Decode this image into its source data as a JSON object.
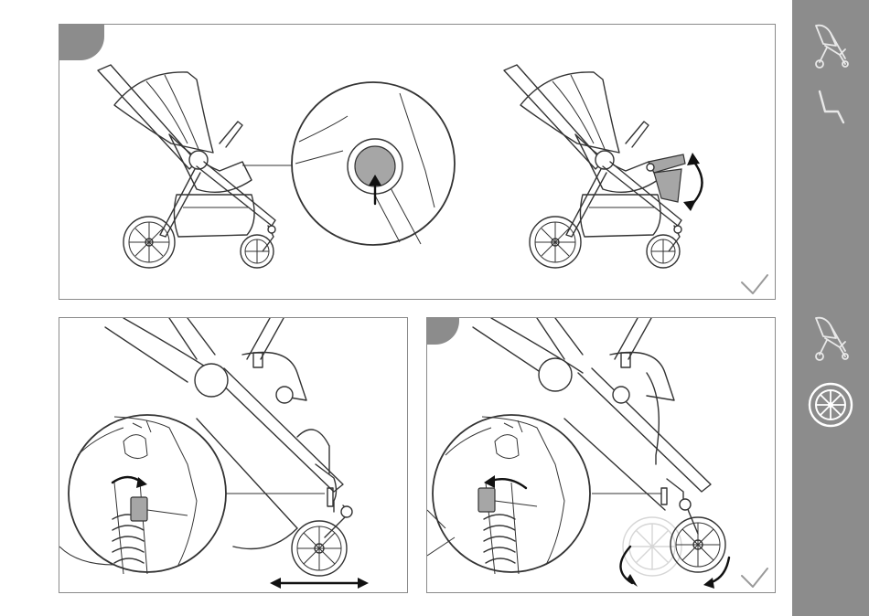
{
  "document": {
    "sidebar": {
      "icons": [
        {
          "name": "stroller-icon",
          "state": "inactive"
        },
        {
          "name": "seat-recline-icon",
          "state": "inactive"
        },
        {
          "name": "stroller-icon",
          "state": "inactive"
        },
        {
          "name": "wheel-icon",
          "state": "active"
        }
      ]
    },
    "steps": [
      {
        "panel": "top",
        "illustration": "calf-support-adjust",
        "check": true
      },
      {
        "panel": "bottom-left",
        "illustration": "swivel-wheel-unlock",
        "check": false
      },
      {
        "panel": "bottom-right",
        "illustration": "swivel-wheel-lock",
        "check": true
      }
    ],
    "colors": {
      "sidebar": "#8c8c8c",
      "tab": "#8c8c8c",
      "highlight": "#a6a6a6"
    }
  }
}
